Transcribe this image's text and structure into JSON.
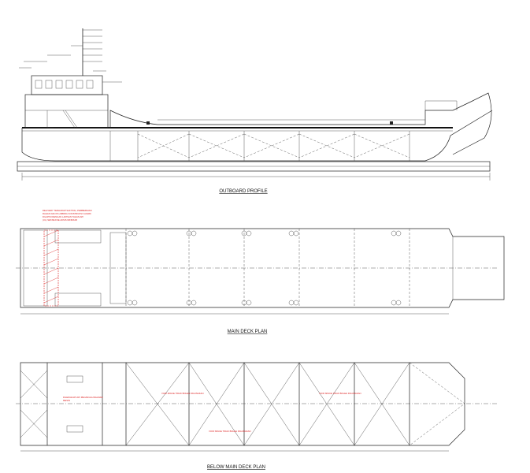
{
  "titles": {
    "outboard": "OUTBOARD PROFILE",
    "main_deck": "MAIN DECK PLAN",
    "below_deck": "BELOW MAIN DECK PLAN"
  },
  "notes": {
    "main_deck_red": [
      "DELIVERY TERHADAP SAFTING, PEMBERIHAN",
      "RAHAN DAN PLUMBING KONSTRUKSI GUARD",
      "DILAPISI DENGAN LAPISAN TAHAN API",
      "(UL) SETARA/SE AKSIS MINIMUM"
    ],
    "below_deck_red_1": [
      "DILENGKAPI API PENANGGUNGANAN",
      "MESIN"
    ],
    "below_deck_red_2": "VOID SPACE TIDAK BOLEH DIGUNAKAN",
    "below_deck_red_3": "VOID SPACE TIDAK BOLEH DIGUNAKAN",
    "below_deck_red_4": "VOID SPACE TIDAK BOLEH DIGUNAKAN"
  },
  "colors": {
    "line": "#222222",
    "red": "#dd2222"
  }
}
